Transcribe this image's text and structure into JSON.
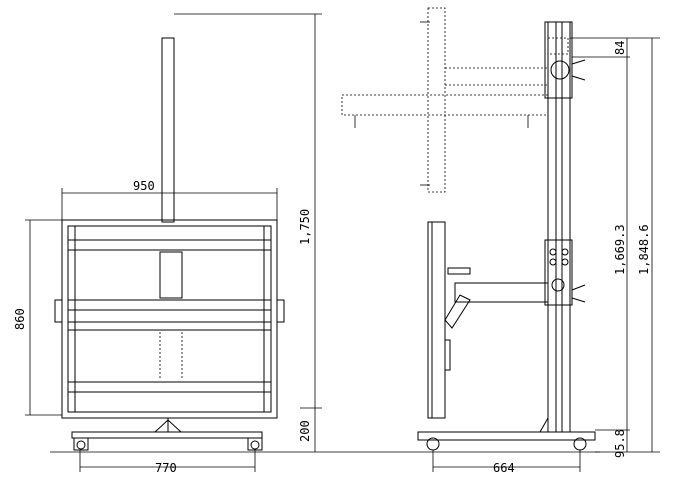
{
  "drawing": {
    "front_view": {
      "width_label": "950",
      "height_label": "860",
      "base_width_label": "770",
      "total_height_label": "1,750",
      "ground_clearance_label": "200"
    },
    "side_view": {
      "depth_label": "664",
      "top_offset_label": "84",
      "column_height_label": "1,669.3",
      "overall_height_label": "1,848.6",
      "base_height_label": "95.8"
    }
  }
}
